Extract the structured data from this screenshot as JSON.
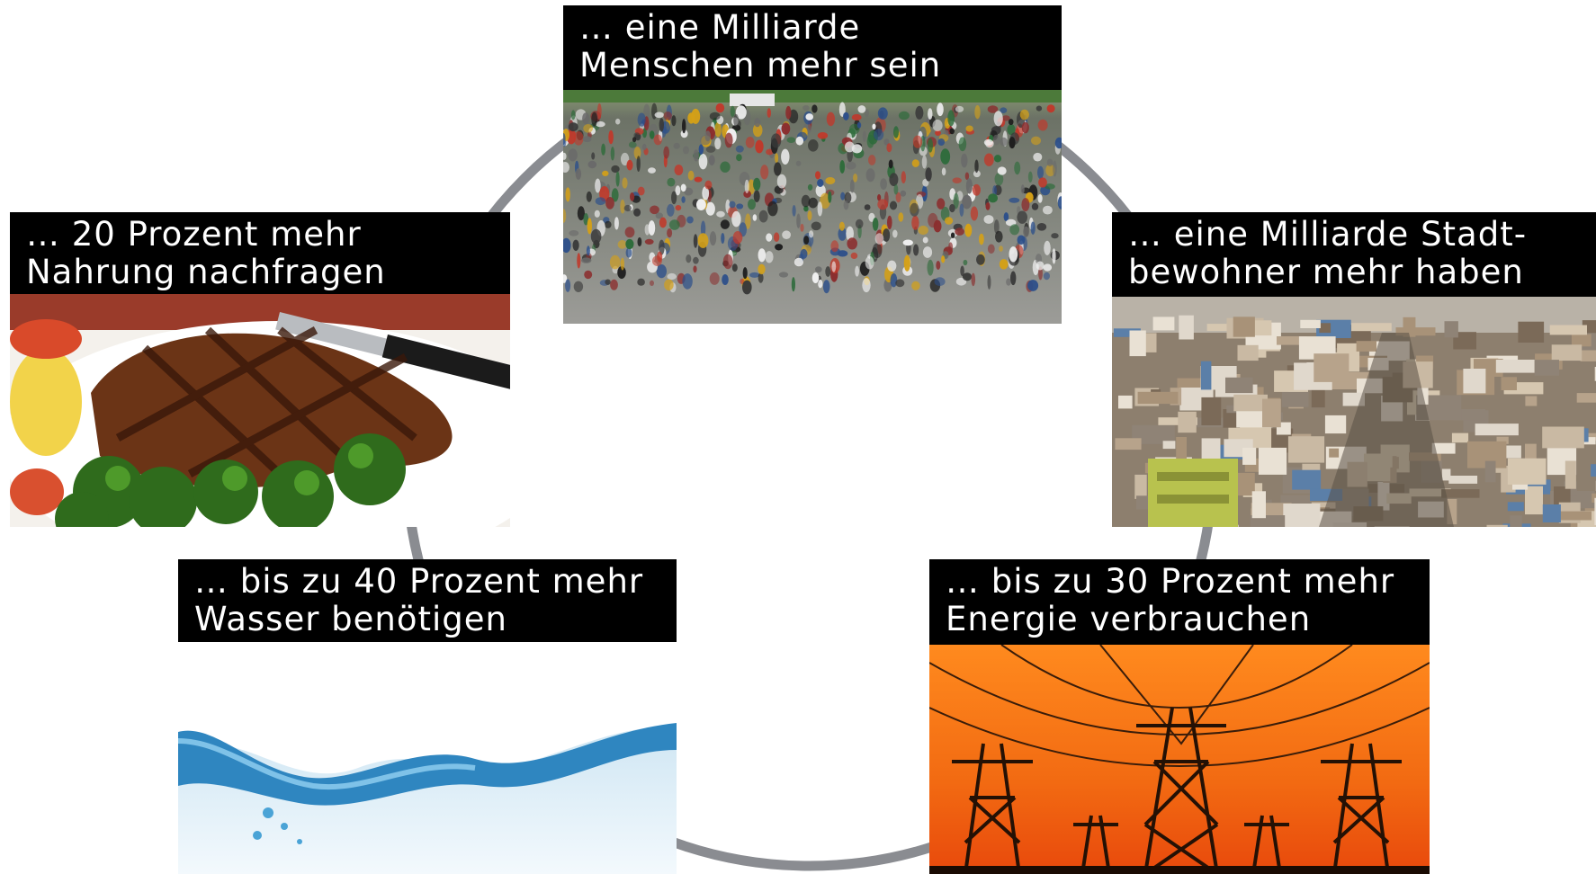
{
  "cards": {
    "people": {
      "line1": "… eine Milliarde",
      "line2": "Menschen mehr sein",
      "image": "crowd-photo"
    },
    "city": {
      "line1": "… eine Milliarde Stadt-",
      "line2": "bewohner mehr haben",
      "image": "city-photo"
    },
    "food": {
      "line1": "… 20 Prozent mehr",
      "line2": "Nahrung nachfragen",
      "image": "steak-photo"
    },
    "water": {
      "line1": "… bis zu 40 Prozent mehr",
      "line2": "Wasser benötigen",
      "image": "water-wave-photo"
    },
    "energy": {
      "line1": "… bis zu 30 Prozent mehr",
      "line2": "Energie verbrauchen",
      "image": "power-lines-photo"
    }
  },
  "colors": {
    "ring": "#8a8c91",
    "caption_bg": "#000000",
    "caption_text": "#ffffff"
  }
}
